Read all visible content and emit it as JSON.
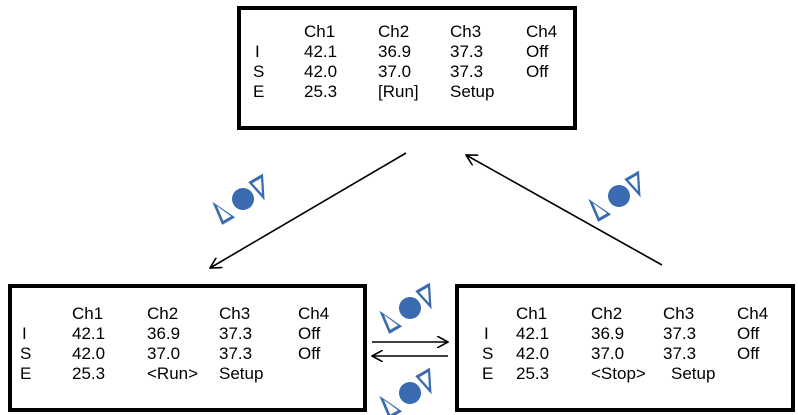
{
  "colors": {
    "knob": "#3a6bb0",
    "arrow": "#000000",
    "border": "#000000"
  },
  "icons": {
    "knob_step": "rotary-knob-icon"
  },
  "screens": [
    {
      "name": "screen-run-selected",
      "headers": [
        "Ch1",
        "Ch2",
        "Ch3",
        "Ch4"
      ],
      "rows": [
        {
          "label": "I",
          "values": [
            "42.1",
            "36.9",
            "37.3",
            "Off"
          ]
        },
        {
          "label": "S",
          "values": [
            "42.0",
            "37.0",
            "37.3",
            "Off"
          ]
        },
        {
          "label": "E",
          "values": [
            "25.3",
            "[Run]",
            "Setup",
            ""
          ]
        }
      ]
    },
    {
      "name": "screen-run-editing",
      "headers": [
        "Ch1",
        "Ch2",
        "Ch3",
        "Ch4"
      ],
      "rows": [
        {
          "label": "I",
          "values": [
            "42.1",
            "36.9",
            "37.3",
            "Off"
          ]
        },
        {
          "label": "S",
          "values": [
            "42.0",
            "37.0",
            "37.3",
            "Off"
          ]
        },
        {
          "label": "E",
          "values": [
            "25.3",
            "<Run>",
            "Setup",
            ""
          ]
        }
      ]
    },
    {
      "name": "screen-stop-editing",
      "headers": [
        "Ch1",
        "Ch2",
        "Ch3",
        "Ch4"
      ],
      "rows": [
        {
          "label": "I",
          "values": [
            "42.1",
            "36.9",
            "37.3",
            "Off"
          ]
        },
        {
          "label": "S",
          "values": [
            "42.0",
            "37.0",
            "37.3",
            "Off"
          ]
        },
        {
          "label": "E",
          "values": [
            "25.3",
            "<Stop>",
            "Setup",
            ""
          ]
        }
      ]
    }
  ]
}
